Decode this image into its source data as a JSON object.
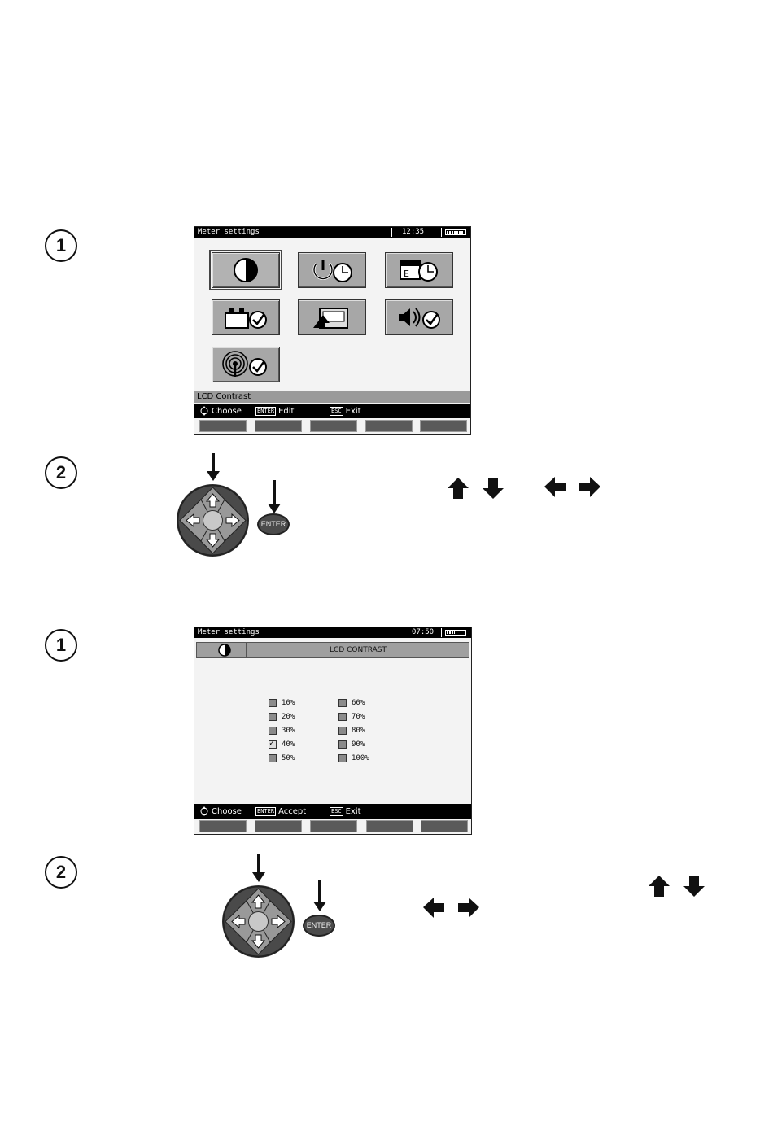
{
  "steps": {
    "s1a": "1",
    "s2a": "2",
    "s1b": "1",
    "s2b": "2"
  },
  "screen1": {
    "title": "Meter settings",
    "time": "12:35",
    "hint": "LCD Contrast",
    "footer": {
      "choose": "Choose",
      "enter_key": "ENTER",
      "enter_label": "Edit",
      "esc_key": "ESC",
      "esc_label": "Exit"
    },
    "tiles": [
      "contrast-icon",
      "auto-off-icon",
      "date-time-icon",
      "battery-settings-icon",
      "factory-settings-icon",
      "sound-settings-icon",
      "wireless-icon"
    ]
  },
  "keypad": {
    "enter_label": "ENTER"
  },
  "screen2": {
    "title": "Meter settings",
    "time": "07:50",
    "header": "LCD CONTRAST",
    "options_left": [
      "10%",
      "20%",
      "30%",
      "40%",
      "50%"
    ],
    "options_right": [
      "60%",
      "70%",
      "80%",
      "90%",
      "100%"
    ],
    "selected": "40%",
    "footer": {
      "choose": "Choose",
      "enter_key": "ENTER",
      "enter_label": "Accept",
      "esc_key": "ESC",
      "esc_label": "Exit"
    }
  }
}
